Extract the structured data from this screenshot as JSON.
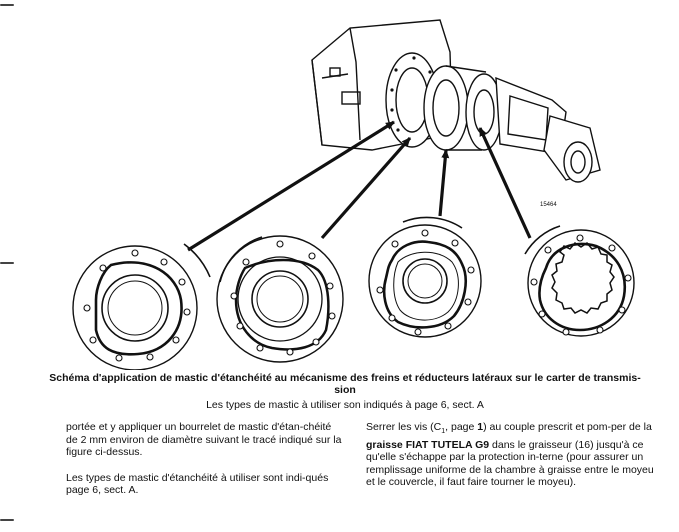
{
  "figure": {
    "reference_number": "15464"
  },
  "caption": {
    "title": "Schéma d'application de mastic d'étanchéité au mécanisme des freins et réducteurs latéraux sur le carter de transmis-sion",
    "note": "Les types de mastic à utiliser son indiqués à page 6, sect. A"
  },
  "left_column": {
    "p1": "portée et y appliquer un bourrelet de mastic d'étan-chéité de 2 mm environ de diamètre suivant le tracé indiqué sur la figure ci-dessus.",
    "p2": "Les types de mastic d'étanchéité à utiliser sont indi-qués page 6, sect. A."
  },
  "right_column": {
    "p1_before": "Serrer les vis (C",
    "p1_sub": "1",
    "p1_mid1": ", page ",
    "p1_page": "1",
    "p1_mid2": ") au couple prescrit et pom-per de la ",
    "p1_bold": "graisse FIAT TUTELA G9",
    "p1_after": " dans le graisseur (16) jusqu'à ce qu'elle s'échappe par la protection in-terne (pour assurer un remplissage uniforme de la chambre à graisse entre le moyeu et le couvercle, il faut faire tourner le moyeu)."
  }
}
